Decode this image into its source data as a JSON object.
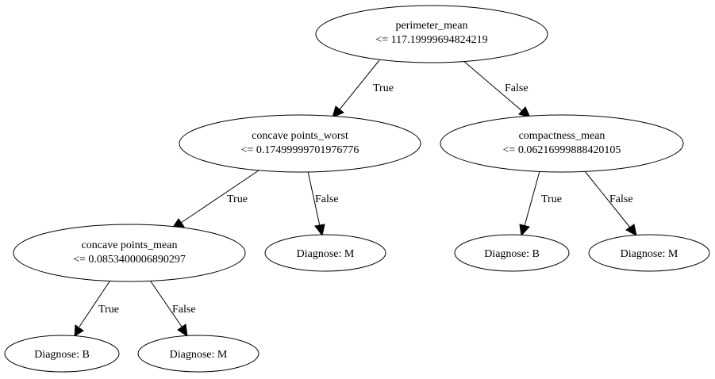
{
  "nodes": {
    "root": {
      "feature": "perimeter_mean",
      "condition": "<= 117.19999694824219"
    },
    "left": {
      "feature": "concave points_worst",
      "condition": "<= 0.17499999701976776"
    },
    "right": {
      "feature": "compactness_mean",
      "condition": "<= 0.06216999888420105"
    },
    "left_left": {
      "feature": "concave points_mean",
      "condition": "<= 0.0853400006890297"
    },
    "left_right_leaf": {
      "label": "Diagnose: M"
    },
    "right_left_leaf": {
      "label": "Diagnose: B"
    },
    "right_right_leaf": {
      "label": "Diagnose: M"
    },
    "left_left_left_leaf": {
      "label": "Diagnose: B"
    },
    "left_left_right_leaf": {
      "label": "Diagnose: M"
    }
  },
  "edge_labels": {
    "true_label": "True",
    "false_label": "False"
  },
  "colors": {
    "stroke": "#000000",
    "fill": "#ffffff",
    "text": "#000000"
  }
}
